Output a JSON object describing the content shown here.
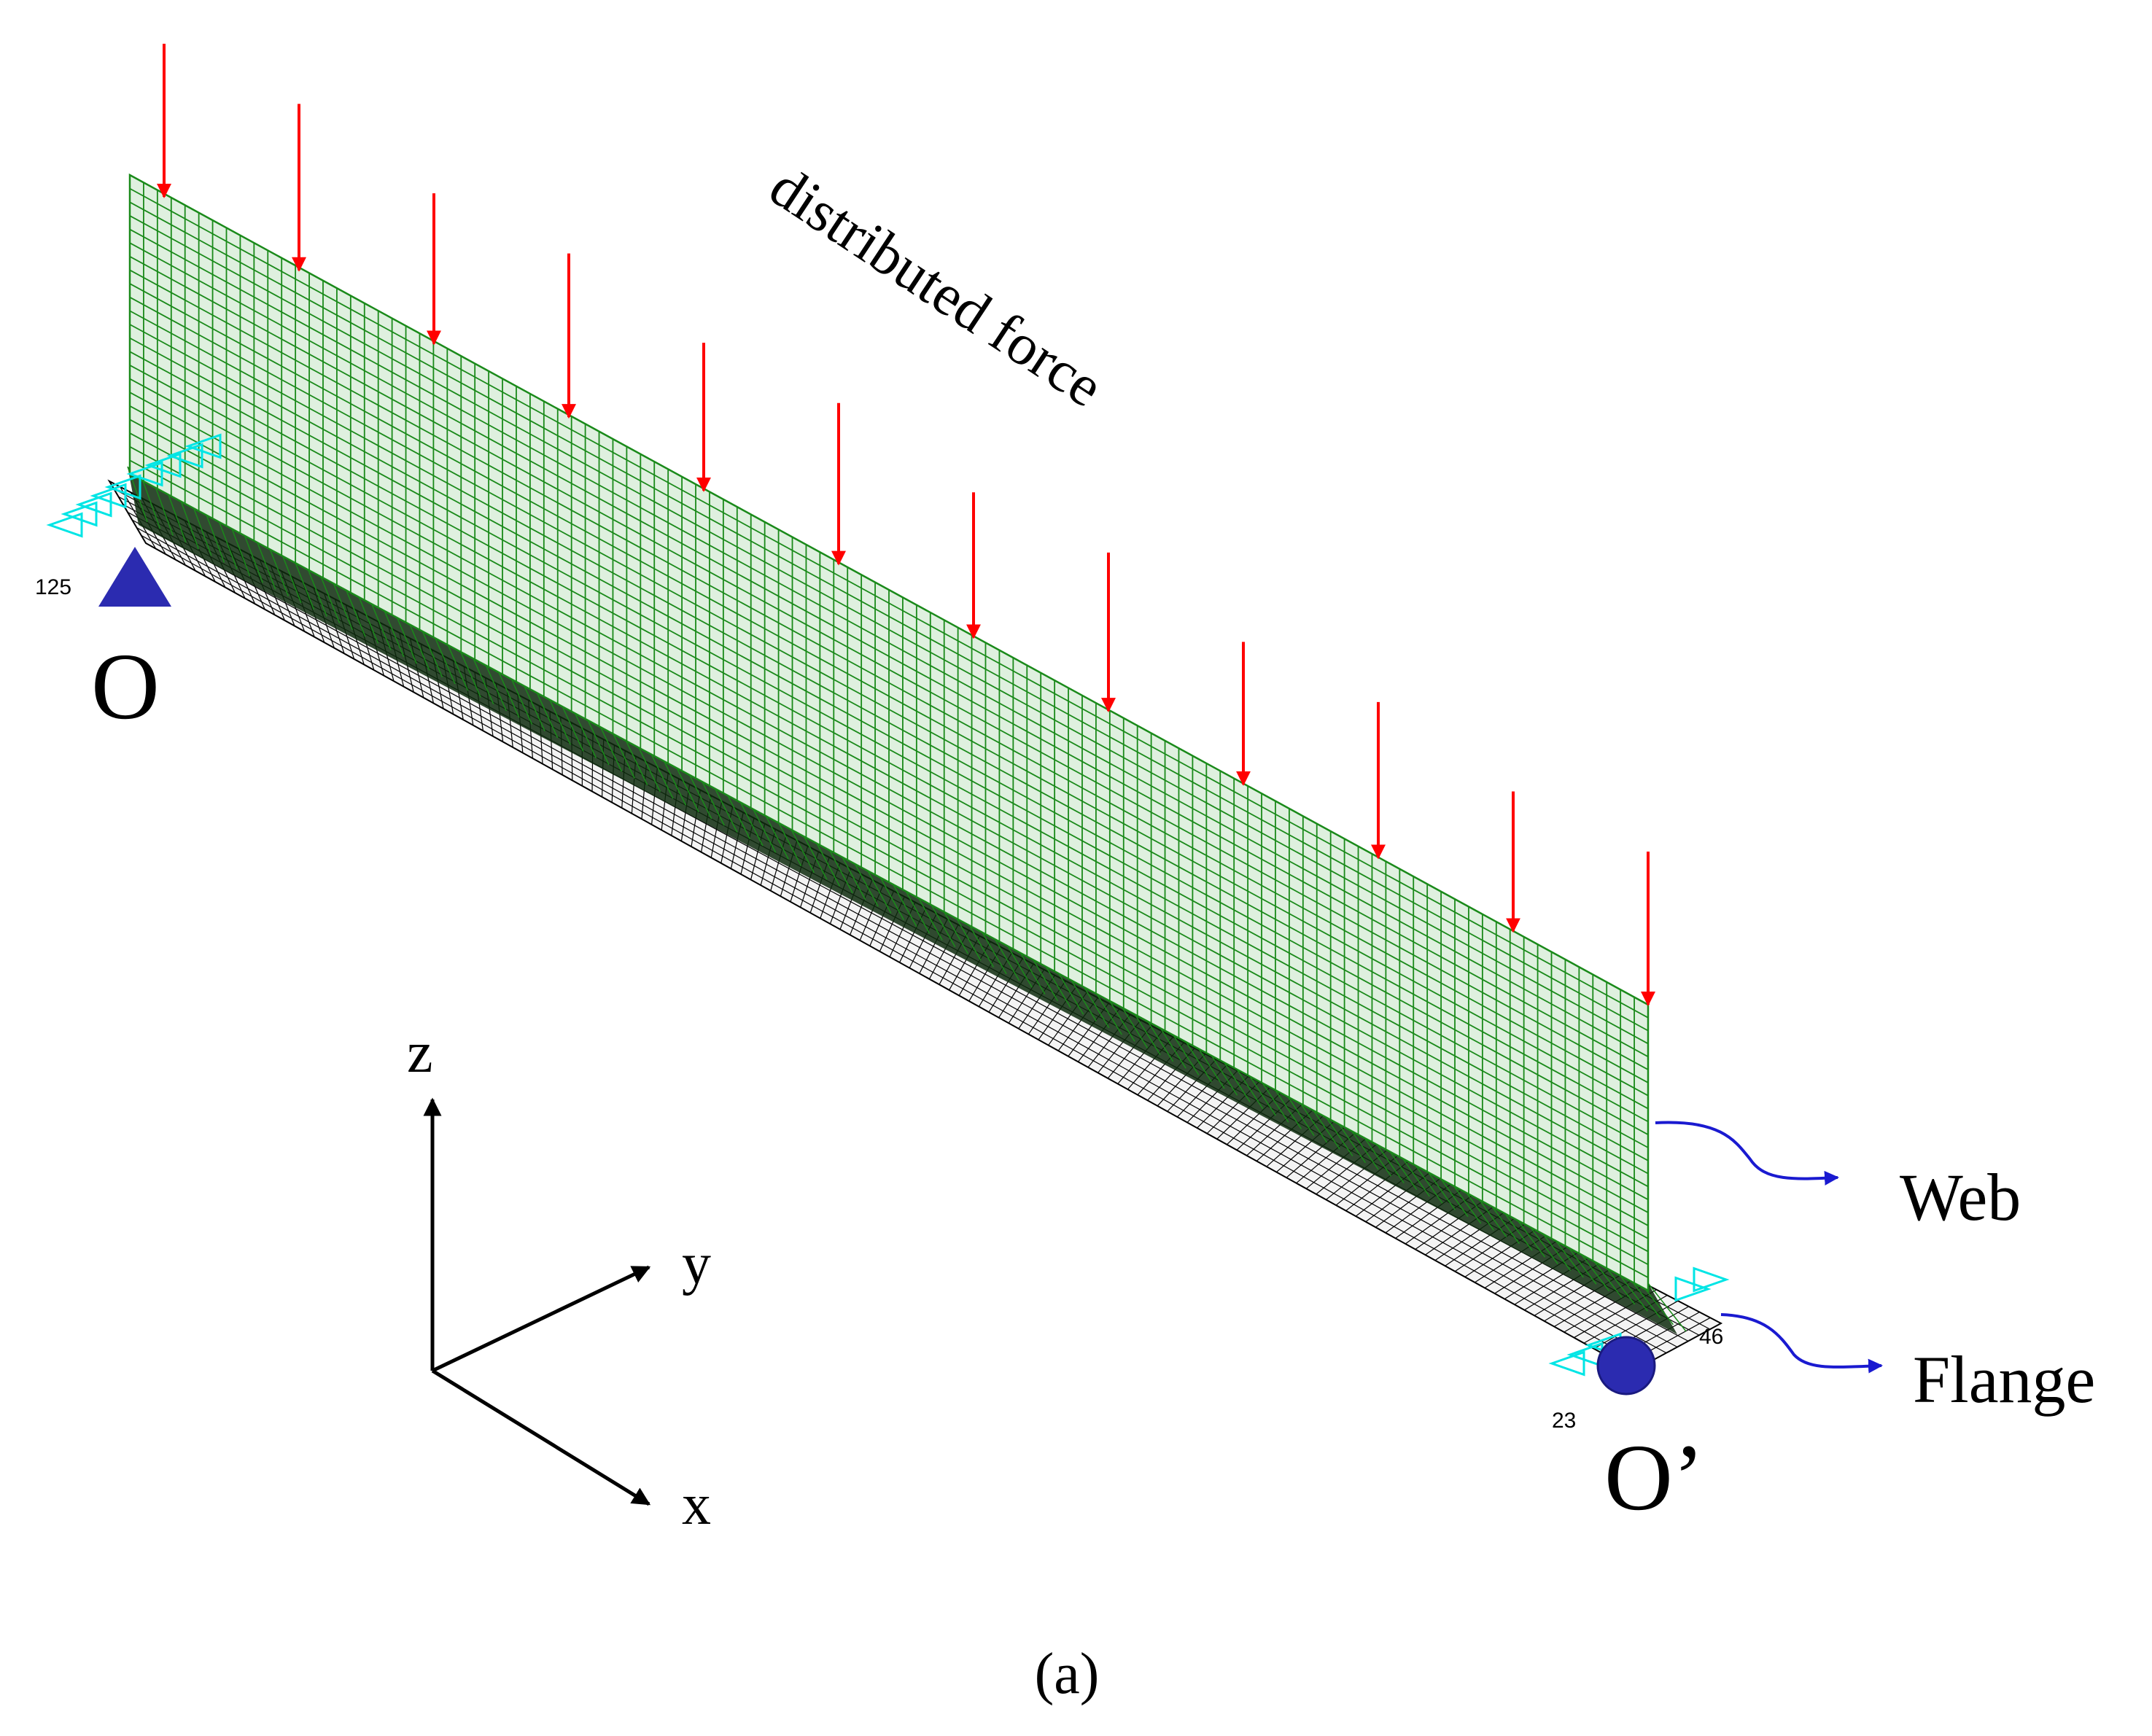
{
  "figure": {
    "load_label": "distributed force",
    "origin_label": "O",
    "end_label": "O’",
    "web_label": "Web",
    "flange_label": "Flange",
    "subfigure_label": "(a)",
    "axes": {
      "z": "z",
      "y": "y",
      "x": "x"
    },
    "node_labels": {
      "left": "125",
      "right_top": "46",
      "right_bottom": "23"
    },
    "load_arrow_count": 12,
    "colors": {
      "web_mesh": "#1a8a1a",
      "web_fill": "#dff0df",
      "flange_mesh": "#000000",
      "load_arrow": "#ff0000",
      "support": "#2b2bb0",
      "constraint": "#00e5e5",
      "leader": "#1a1ad0"
    }
  }
}
